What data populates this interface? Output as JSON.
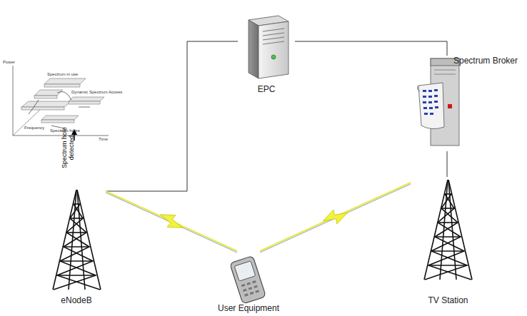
{
  "diagram": {
    "nodes": [
      {
        "text": [
          "EPC"
        ]
      },
      {
        "text": [
          "Spectrum Broker"
        ]
      },
      {
        "text": [
          "eNodeB"
        ]
      },
      {
        "text": [
          "User Equipment"
        ]
      },
      {
        "text": [
          "TV Station"
        ]
      }
    ],
    "edges": [
      {
        "from": 2,
        "to": 0,
        "arrow": "none"
      },
      {
        "from": 0,
        "to": 1,
        "arrow": "none"
      },
      {
        "from": 1,
        "to": 4,
        "arrow": "none"
      },
      {
        "from": 2,
        "to": 3,
        "arrow": "none"
      },
      {
        "from": 4,
        "to": 3,
        "arrow": "none"
      }
    ],
    "labels": [
      "Power",
      "Spectrum in use",
      "Frequency",
      "Dynamic Spectrum Access",
      "Spectrum holes",
      "Time",
      "Spectrum hole detected"
    ]
  }
}
